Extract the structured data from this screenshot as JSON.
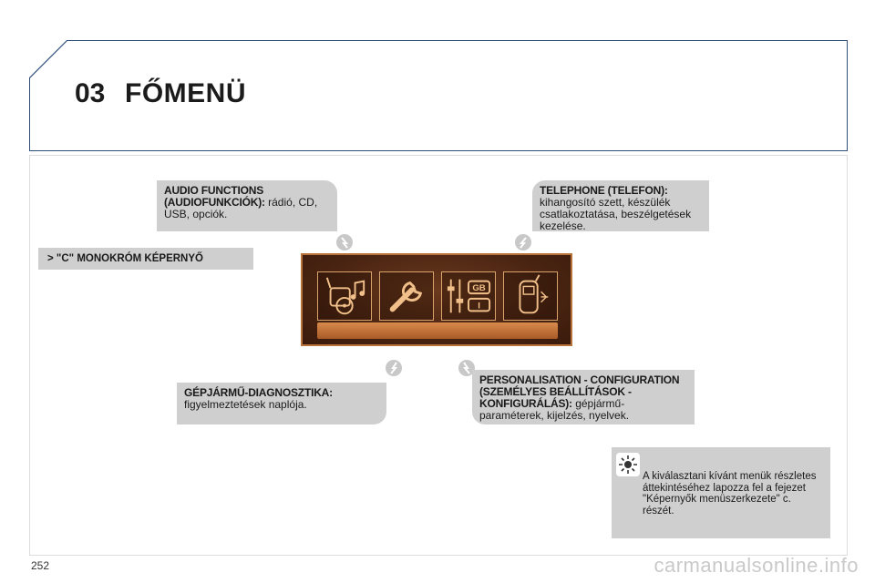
{
  "header": {
    "chapter": "03",
    "title": "FŐMENÜ"
  },
  "boxes": {
    "audio": {
      "bold": "AUDIO FUNCTIONS (AUDIOFUNKCIÓK):",
      "text": " rádió, CD, USB, opciók."
    },
    "telephone": {
      "bold": "TELEPHONE (TELEFON):",
      "text": "kihangosító szett, készülék csatlakoztatása, beszélgetések kezelése."
    },
    "monochrome": "> \"C\" MONOKRÓM KÉPERNYŐ",
    "diagnostics": {
      "bold": "GÉPJÁRMŰ-DIAGNOSZTIKA:",
      "text": "figyelmeztetések naplója."
    },
    "personalisation": {
      "bold": "PERSONALISATION - CONFIGURATION (SZEMÉLYES BEÁLLÍTÁSOK - KONFIGURÁLÁS):",
      "text": " gépjármű-paraméterek, kijelzés, nyelvek."
    },
    "tip": "A kiválasztani kívánt menük részletes áttekintéséhez lapozza fel a fejezet \"Képernyők menüszerkezete\" c. részét."
  },
  "screen": {
    "icons": [
      "audio-media-icon",
      "wrench-icon",
      "settings-language-icon",
      "phone-icon"
    ],
    "language_labels": [
      "GB",
      "I"
    ]
  },
  "footer": {
    "page_number": "252",
    "watermark": "carmanualsonline.info"
  }
}
